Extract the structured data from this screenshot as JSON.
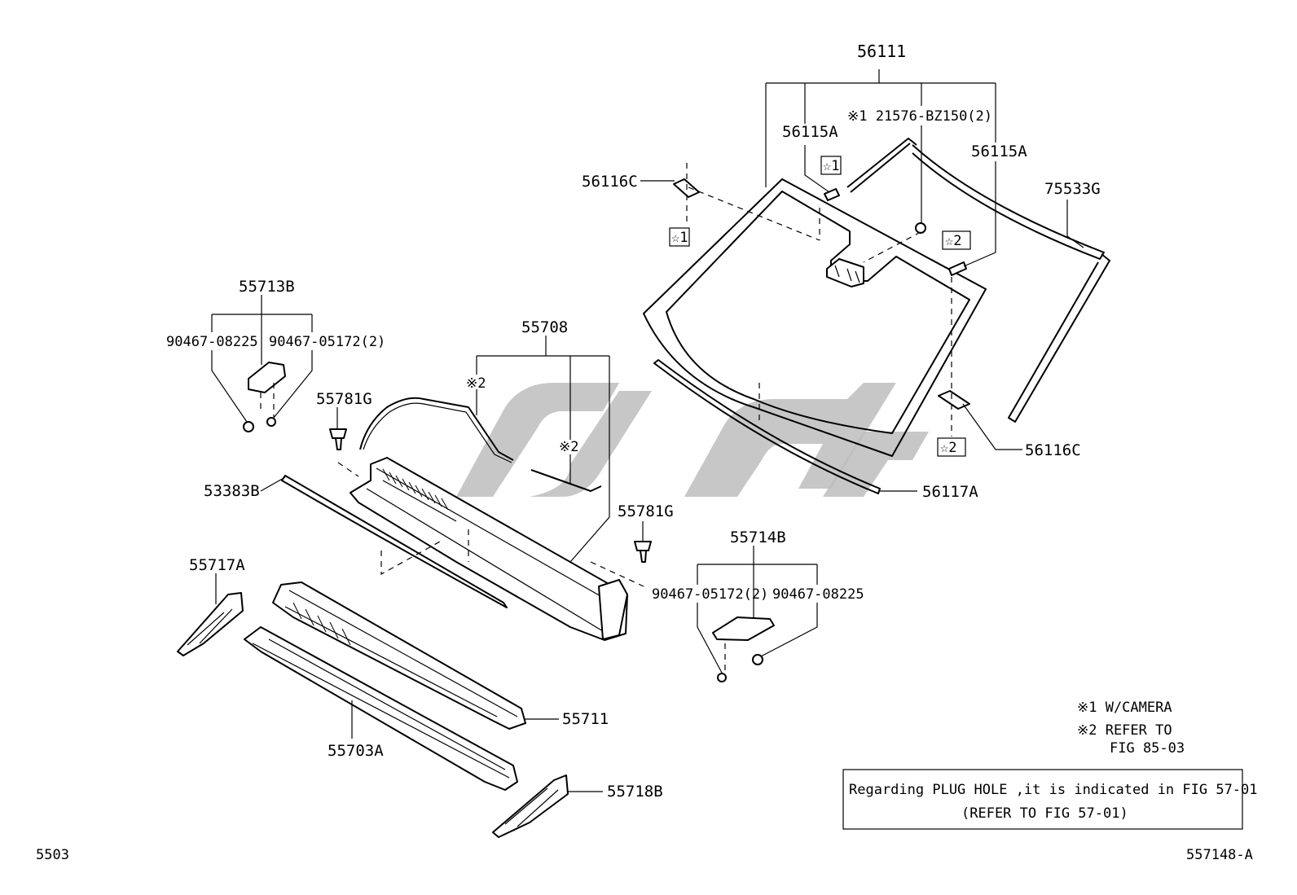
{
  "parts": {
    "p56111": "56111",
    "p56115A_left": "56115A",
    "p56115A_right": "56115A",
    "p21576": "※1 21576-BZ150(2)",
    "p56116C_top": "56116C",
    "p56116C_bottom": "56116C",
    "p75533G": "75533G",
    "p56117A": "56117A",
    "p55713B": "55713B",
    "p90467_08225_left": "90467-08225",
    "p90467_05172_left": "90467-05172(2)",
    "p55708": "55708",
    "p55781G_left": "55781G",
    "p55781G_right": "55781G",
    "p53383B": "53383B",
    "p55714B": "55714B",
    "p90467_05172_right": "90467-05172(2)",
    "p90467_08225_right": "90467-08225",
    "p55717A": "55717A",
    "p55711": "55711",
    "p55703A": "55703A",
    "p55718B": "55718B"
  },
  "markers": {
    "star1_a": "☆1",
    "star1_b": "☆1",
    "star2_a": "☆2",
    "star2_b": "☆2",
    "ref2_a": "※2",
    "ref2_b": "※2"
  },
  "notes": {
    "note1": "※1 W/CAMERA",
    "note2_line1": "※2 REFER TO",
    "note2_line2": "FIG 85-03"
  },
  "info_box": {
    "line1": "Regarding PLUG HOLE ,it is indicated in FIG 57-01",
    "line2": "(REFER TO FIG 57-01)"
  },
  "footer": {
    "page_code": "5503",
    "figure_id": "557148-A"
  }
}
